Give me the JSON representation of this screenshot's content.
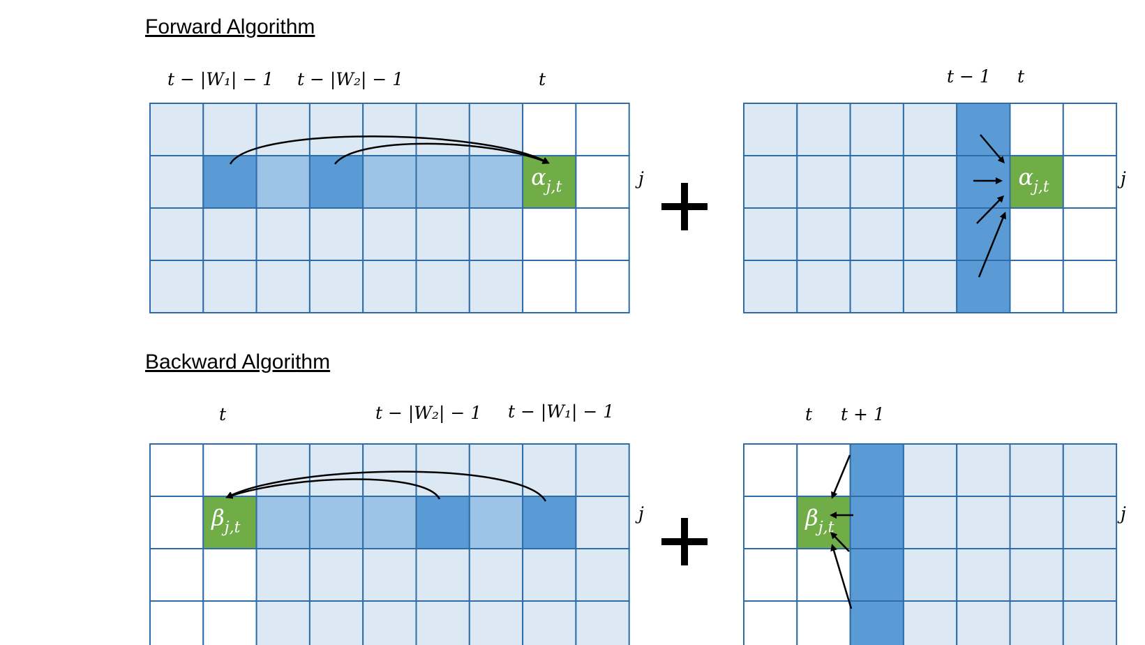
{
  "colors": {
    "empty": "#ffffff",
    "light": "#dde8f5",
    "medium": "#9dc3e6",
    "dark": "#5b9bd5",
    "target": "#70ad47",
    "border": "#2e6ca8"
  },
  "forward": {
    "title": "Forward Algorithm",
    "left_grid": {
      "top_labels": [
        "t − |W₁| − 1",
        "t − |W₂| − 1",
        "t"
      ],
      "row_label": "j",
      "cells": [
        [
          "light",
          "light",
          "light",
          "light",
          "light",
          "light",
          "light",
          "empty",
          "empty"
        ],
        [
          "light",
          "dark",
          "medium",
          "dark",
          "medium",
          "medium",
          "medium",
          "target",
          "empty"
        ],
        [
          "light",
          "light",
          "light",
          "light",
          "light",
          "light",
          "light",
          "empty",
          "empty"
        ],
        [
          "light",
          "light",
          "light",
          "light",
          "light",
          "light",
          "light",
          "empty",
          "empty"
        ]
      ],
      "target_symbol": "α",
      "target_subscript": "j,t"
    },
    "plus": "+",
    "right_grid": {
      "top_labels": [
        "t − 1",
        "t"
      ],
      "row_label": "j",
      "cells": [
        [
          "light",
          "light",
          "light",
          "light",
          "dark",
          "empty",
          "empty"
        ],
        [
          "light",
          "light",
          "light",
          "light",
          "dark",
          "target",
          "empty"
        ],
        [
          "light",
          "light",
          "light",
          "light",
          "dark",
          "empty",
          "empty"
        ],
        [
          "light",
          "light",
          "light",
          "light",
          "dark",
          "empty",
          "empty"
        ]
      ],
      "target_symbol": "α",
      "target_subscript": "j,t"
    }
  },
  "backward": {
    "title": "Backward Algorithm",
    "left_grid": {
      "top_labels": [
        "t",
        "t − |W₂| − 1",
        "t − |W₁| − 1"
      ],
      "row_label": "j",
      "cells": [
        [
          "empty",
          "empty",
          "light",
          "light",
          "light",
          "light",
          "light",
          "light",
          "light"
        ],
        [
          "empty",
          "target",
          "medium",
          "medium",
          "medium",
          "dark",
          "medium",
          "dark",
          "light"
        ],
        [
          "empty",
          "empty",
          "light",
          "light",
          "light",
          "light",
          "light",
          "light",
          "light"
        ],
        [
          "empty",
          "empty",
          "light",
          "light",
          "light",
          "light",
          "light",
          "light",
          "light"
        ]
      ],
      "target_symbol": "β",
      "target_subscript": "j,t"
    },
    "plus": "+",
    "right_grid": {
      "top_labels": [
        "t",
        "t + 1"
      ],
      "row_label": "j",
      "cells": [
        [
          "empty",
          "empty",
          "dark",
          "light",
          "light",
          "light",
          "light"
        ],
        [
          "empty",
          "target",
          "dark",
          "light",
          "light",
          "light",
          "light"
        ],
        [
          "empty",
          "empty",
          "dark",
          "light",
          "light",
          "light",
          "light"
        ],
        [
          "empty",
          "empty",
          "dark",
          "light",
          "light",
          "light",
          "light"
        ]
      ],
      "target_symbol": "β",
      "target_subscript": "j,t"
    }
  }
}
